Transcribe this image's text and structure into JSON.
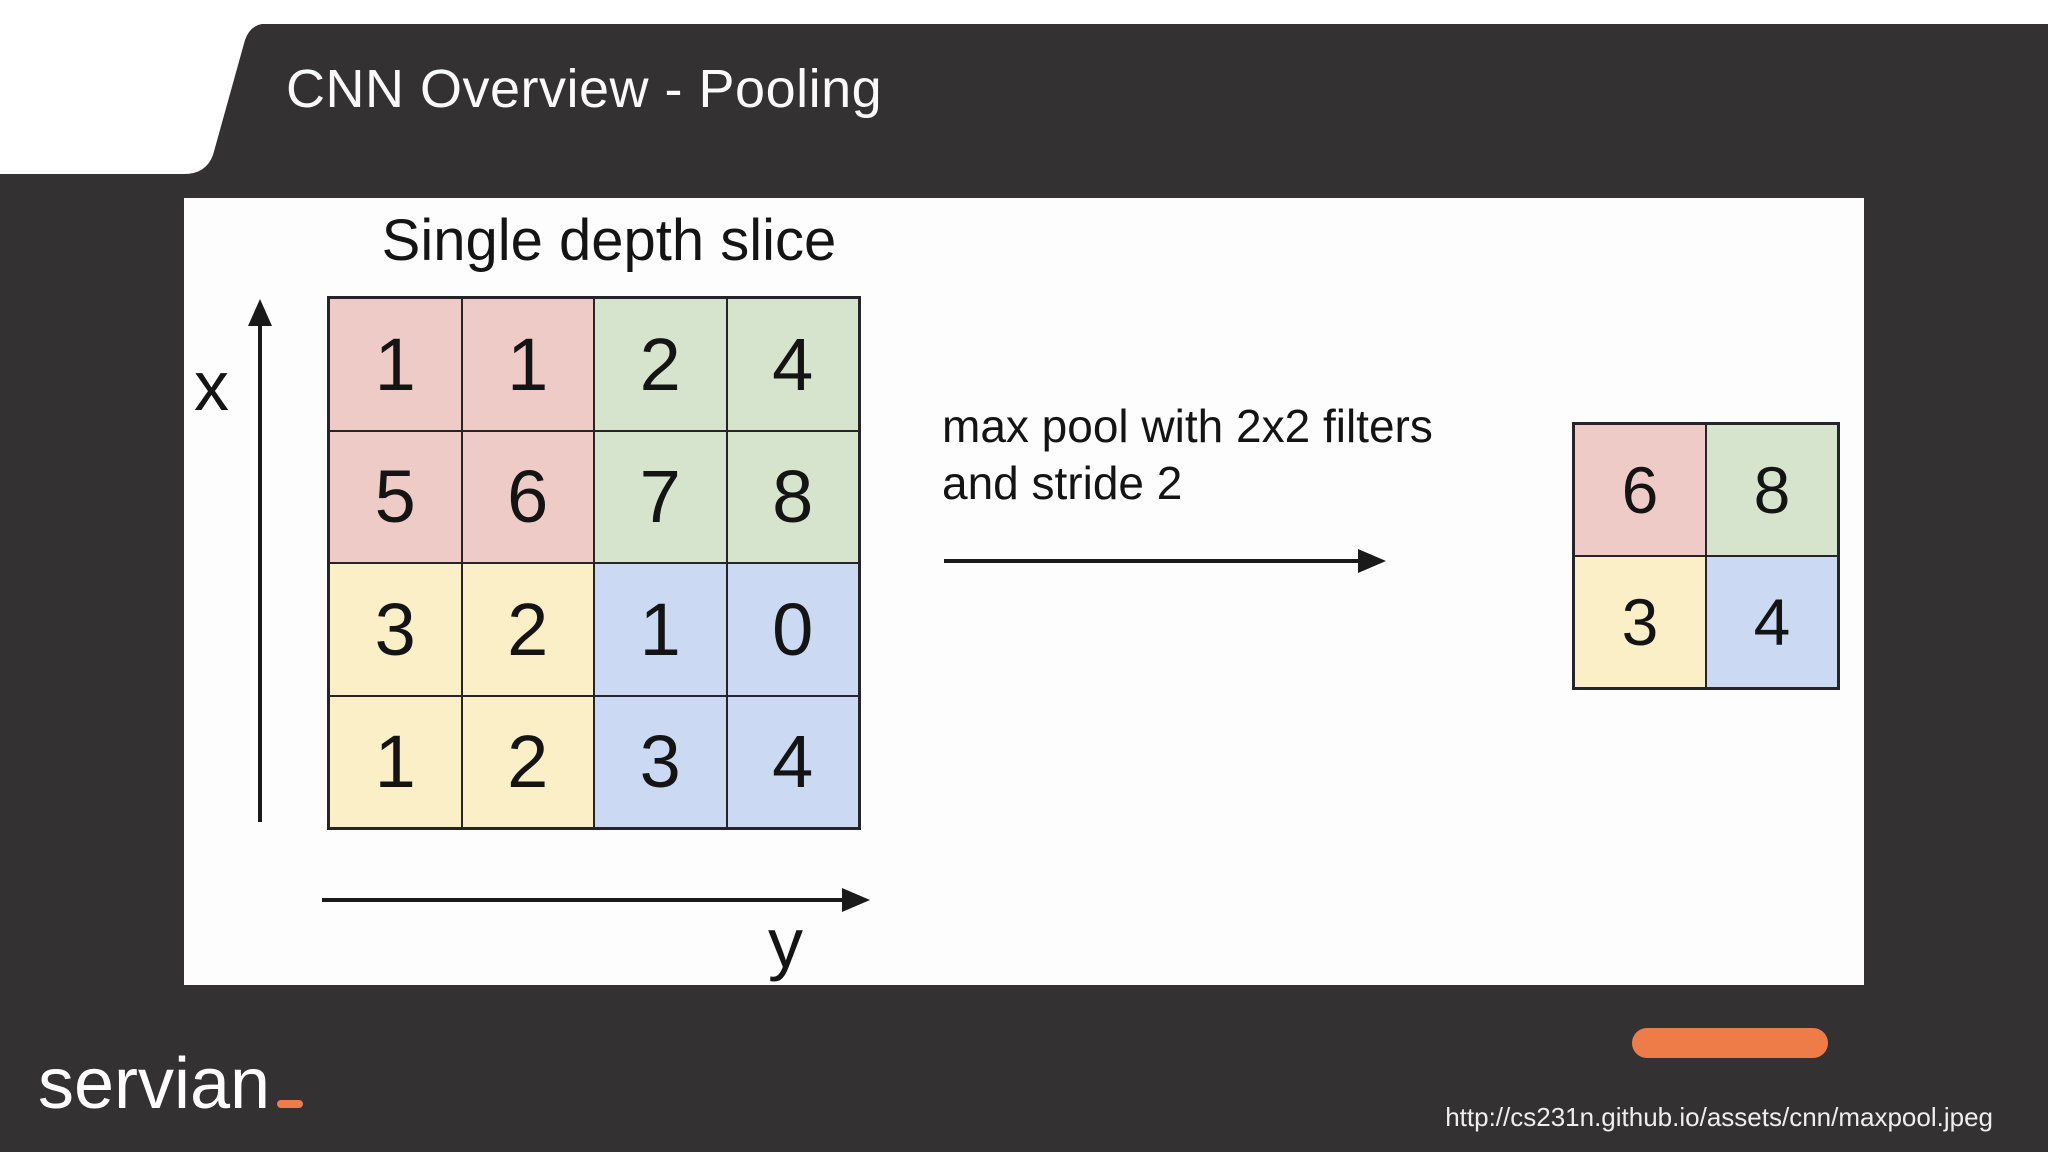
{
  "palette": {
    "dark_bg": "#333132",
    "panel_bg": "#fdfdfd",
    "pink": "#efcbc8",
    "green": "#d6e3cd",
    "yellow": "#faefc7",
    "blue": "#cbd9f3",
    "grid_line": "#26232a",
    "ink": "#141414",
    "accent_orange": "#ee7c49",
    "title_text": "#fafafa",
    "url_text": "#eeeeee"
  },
  "header": {
    "title": "CNN Overview - Pooling"
  },
  "figure": {
    "title": "Single depth slice",
    "x_axis_label": "x",
    "y_axis_label": "y",
    "operation_line1": "max pool with 2x2 filters",
    "operation_line2": "and stride 2",
    "input_grid": {
      "values": [
        [
          1,
          1,
          2,
          4
        ],
        [
          5,
          6,
          7,
          8
        ],
        [
          3,
          2,
          1,
          0
        ],
        [
          1,
          2,
          3,
          4
        ]
      ],
      "colors": [
        [
          "pink",
          "pink",
          "green",
          "green"
        ],
        [
          "pink",
          "pink",
          "green",
          "green"
        ],
        [
          "yellow",
          "yellow",
          "blue",
          "blue"
        ],
        [
          "yellow",
          "yellow",
          "blue",
          "blue"
        ]
      ]
    },
    "output_grid": {
      "values": [
        [
          6,
          8
        ],
        [
          3,
          4
        ]
      ],
      "colors": [
        [
          "pink",
          "green"
        ],
        [
          "yellow",
          "blue"
        ]
      ]
    }
  },
  "footer": {
    "logo_text": "servian",
    "logo_underscore": "_",
    "source_url": "http://cs231n.github.io/assets/cnn/maxpool.jpeg"
  }
}
